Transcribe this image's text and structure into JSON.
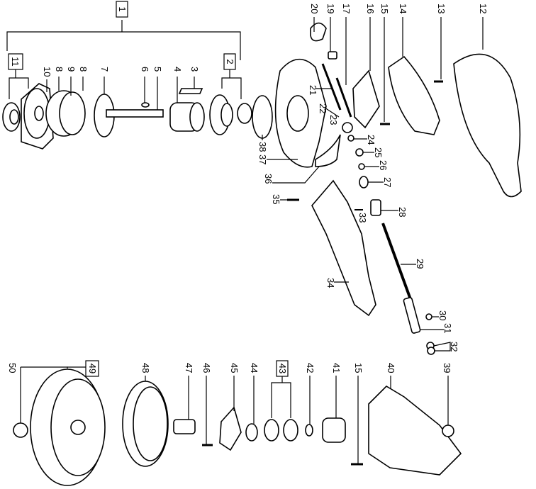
{
  "title": "Exploded parts diagram",
  "group_labels": {
    "assembly_1": "1",
    "assembly_2": "2",
    "assembly_11": "11",
    "assembly_43": "43",
    "assembly_49": "49"
  },
  "part_labels": {
    "p3": "3",
    "p4": "4",
    "p5": "5",
    "p6": "6",
    "p7": "7",
    "p8a": "8",
    "p8b": "8",
    "p9": "9",
    "p10": "10",
    "p12": "12",
    "p13": "13",
    "p14": "14",
    "p15a": "15",
    "p16": "16",
    "p17": "17",
    "p19": "19",
    "p20": "20",
    "p21": "21",
    "p22": "22",
    "p23": "23",
    "p24": "24",
    "p25": "25",
    "p26": "26",
    "p27": "27",
    "p28": "28",
    "p29": "29",
    "p30": "30",
    "p31": "31",
    "p32": "32",
    "p33": "33",
    "p34": "34",
    "p35": "35",
    "p36": "36",
    "p37": "37",
    "p38": "38",
    "p39": "39",
    "p40": "40",
    "p41": "41",
    "p42": "42",
    "p44": "44",
    "p45": "45",
    "p46": "46",
    "p47": "47",
    "p48": "48",
    "p50": "50",
    "p15b": "15"
  }
}
